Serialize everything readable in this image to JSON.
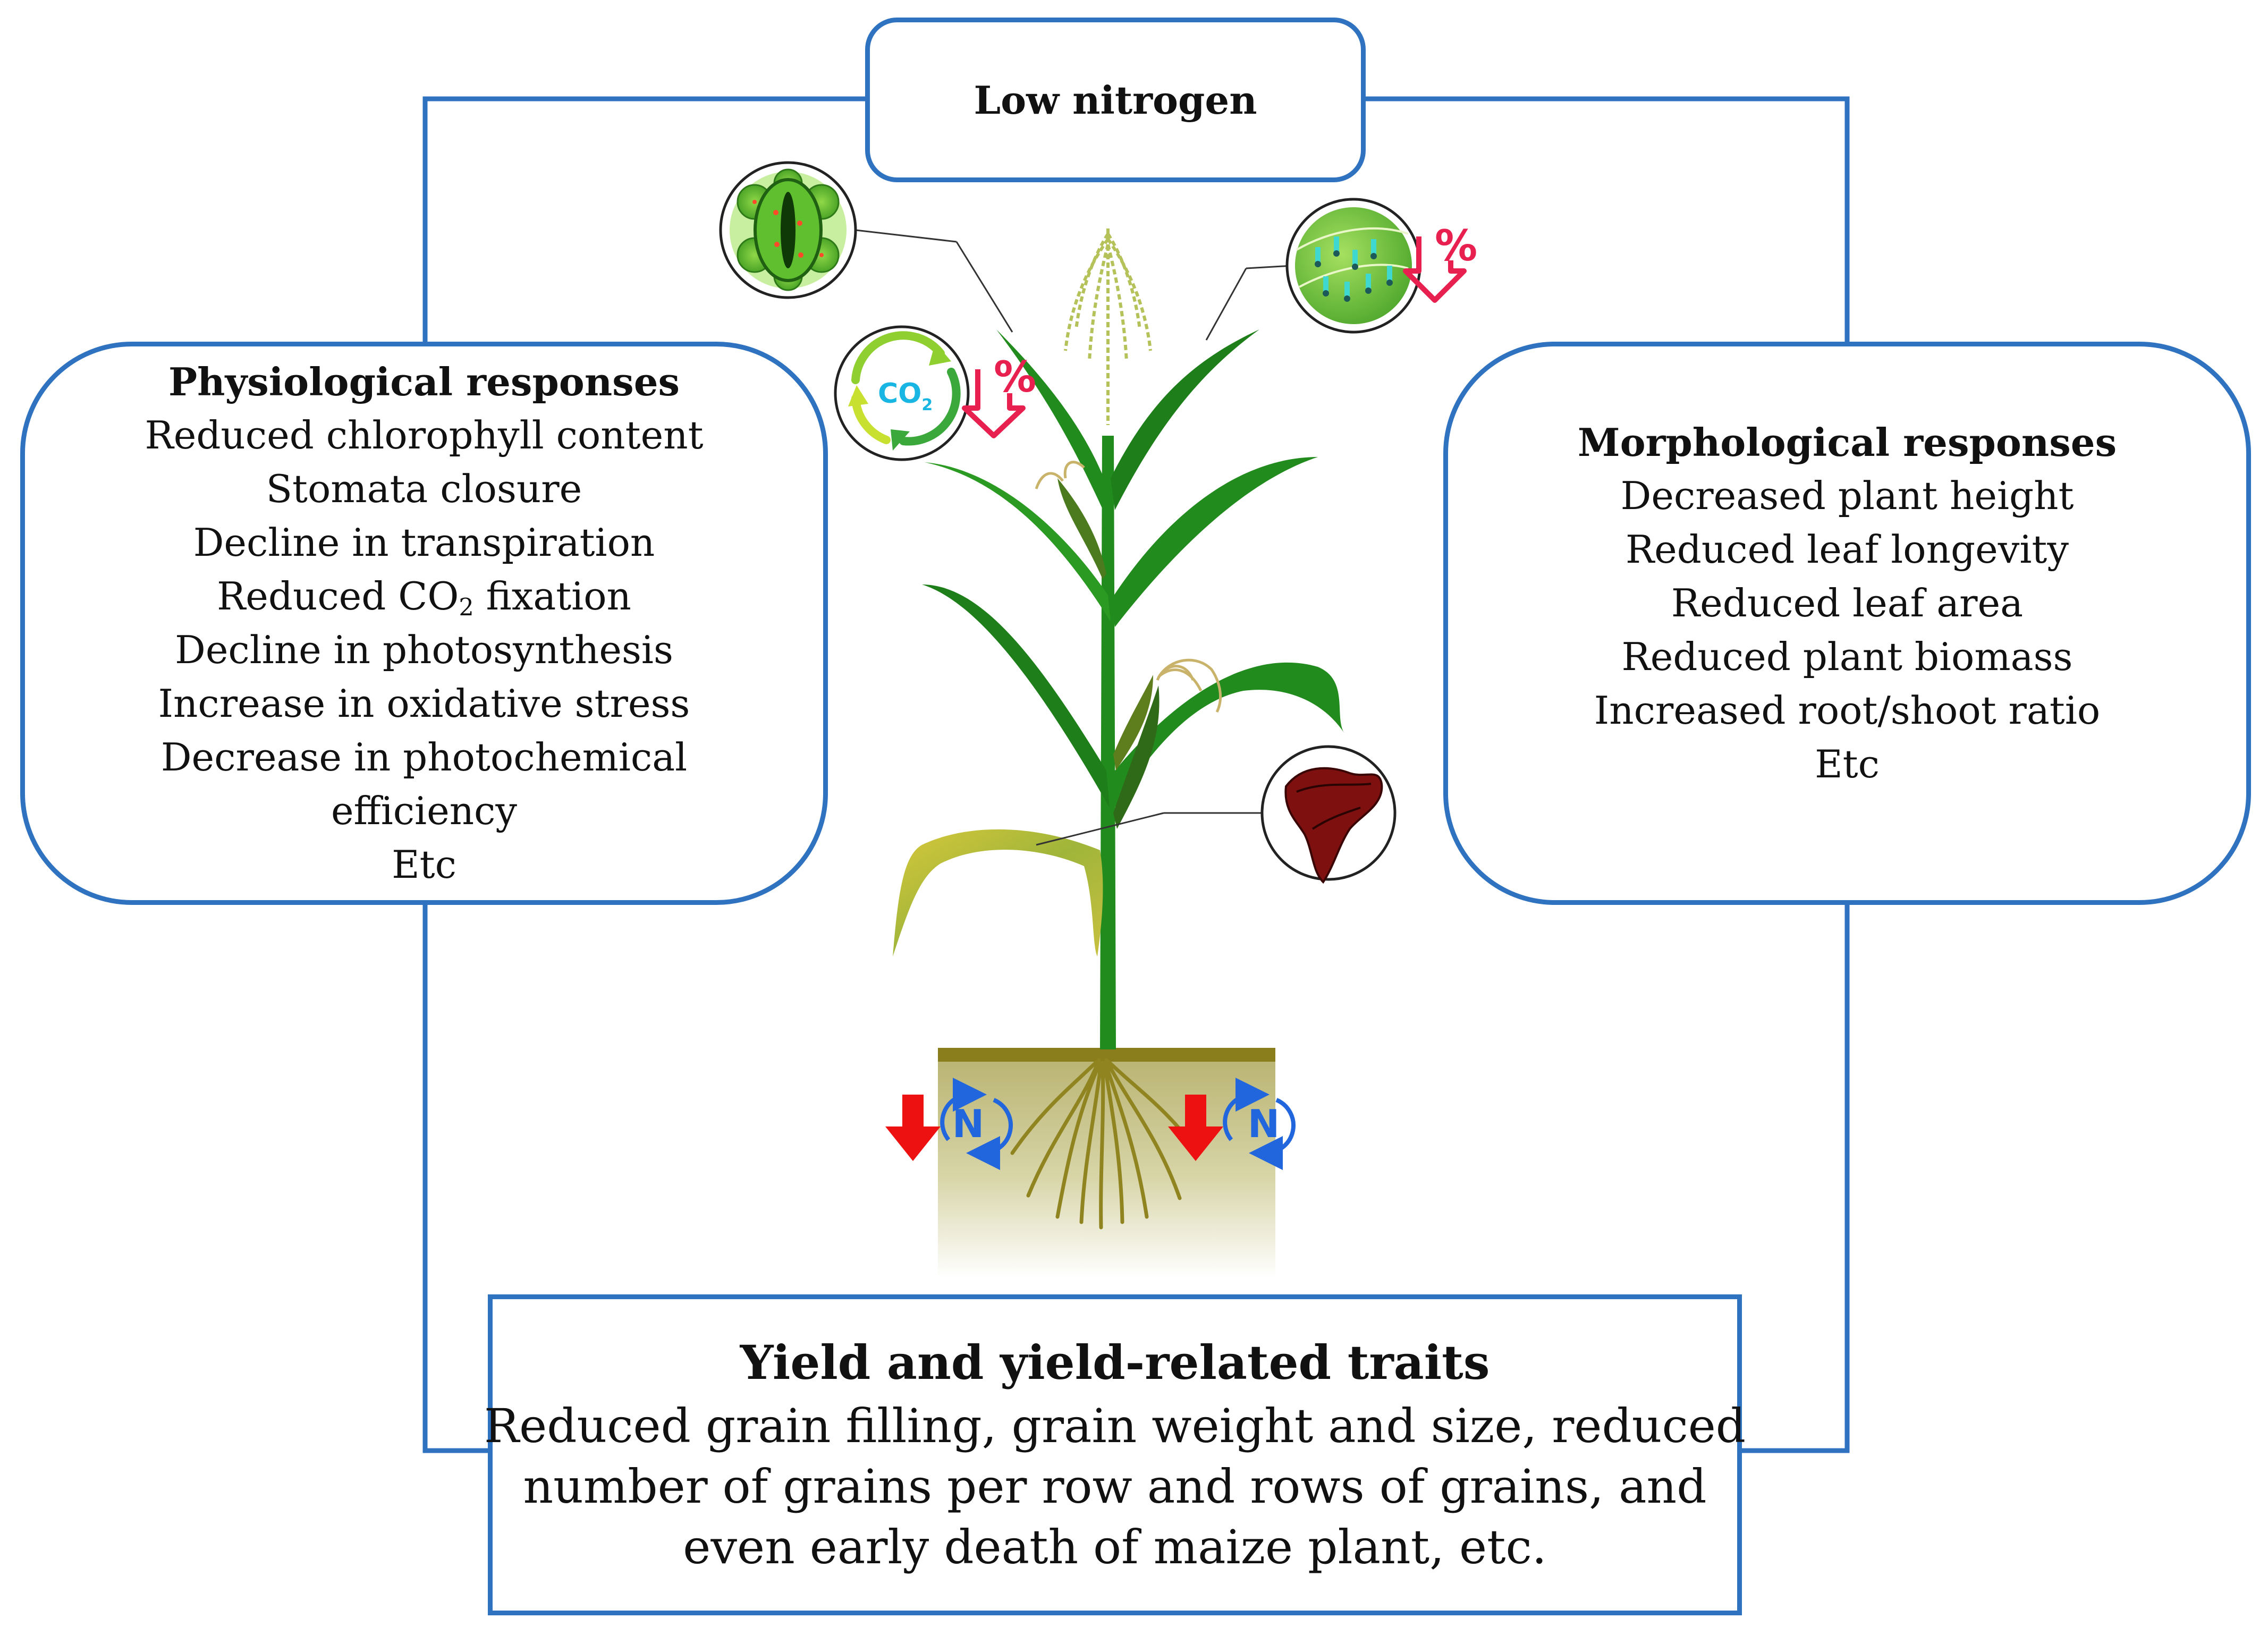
{
  "top_box": {
    "title": "Low nitrogen"
  },
  "physiological": {
    "title": "Physiological responses",
    "items": [
      "Reduced chlorophyll content",
      "Stomata closure",
      "Decline in transpiration",
      {
        "before": "Reduced CO",
        "sub": "2",
        "after": " fixation"
      },
      "Decline in photosynthesis",
      "Increase in oxidative stress",
      "Decrease in photochemical",
      "efficiency",
      "Etc"
    ]
  },
  "morphological": {
    "title": "Morphological responses",
    "items": [
      "Decreased plant height",
      "Reduced leaf longevity",
      "Reduced leaf area",
      "Reduced plant biomass",
      "Increased root/shoot ratio",
      "Etc"
    ]
  },
  "yield": {
    "title": "Yield and yield-related traits",
    "lines": [
      "Reduced grain filling, grain weight and size, reduced",
      "number of grains per row and rows of grains, and",
      "even early death of maize plant, etc."
    ]
  },
  "icons": {
    "co2_label": "CO",
    "co2_sub": "2",
    "percent_sign": "%",
    "nitrogen_symbol": "N"
  },
  "colors": {
    "box_border": "#2f72c0",
    "connector": "#2f72c0",
    "stalk_green": "#228b1e",
    "leaf_dark": "#1e6f1a",
    "soil_band": "#8a7d1c",
    "arrow_red": "#ee1111",
    "nitrogen_blue": "#2266dd",
    "percent_pink": "#e8204f"
  }
}
